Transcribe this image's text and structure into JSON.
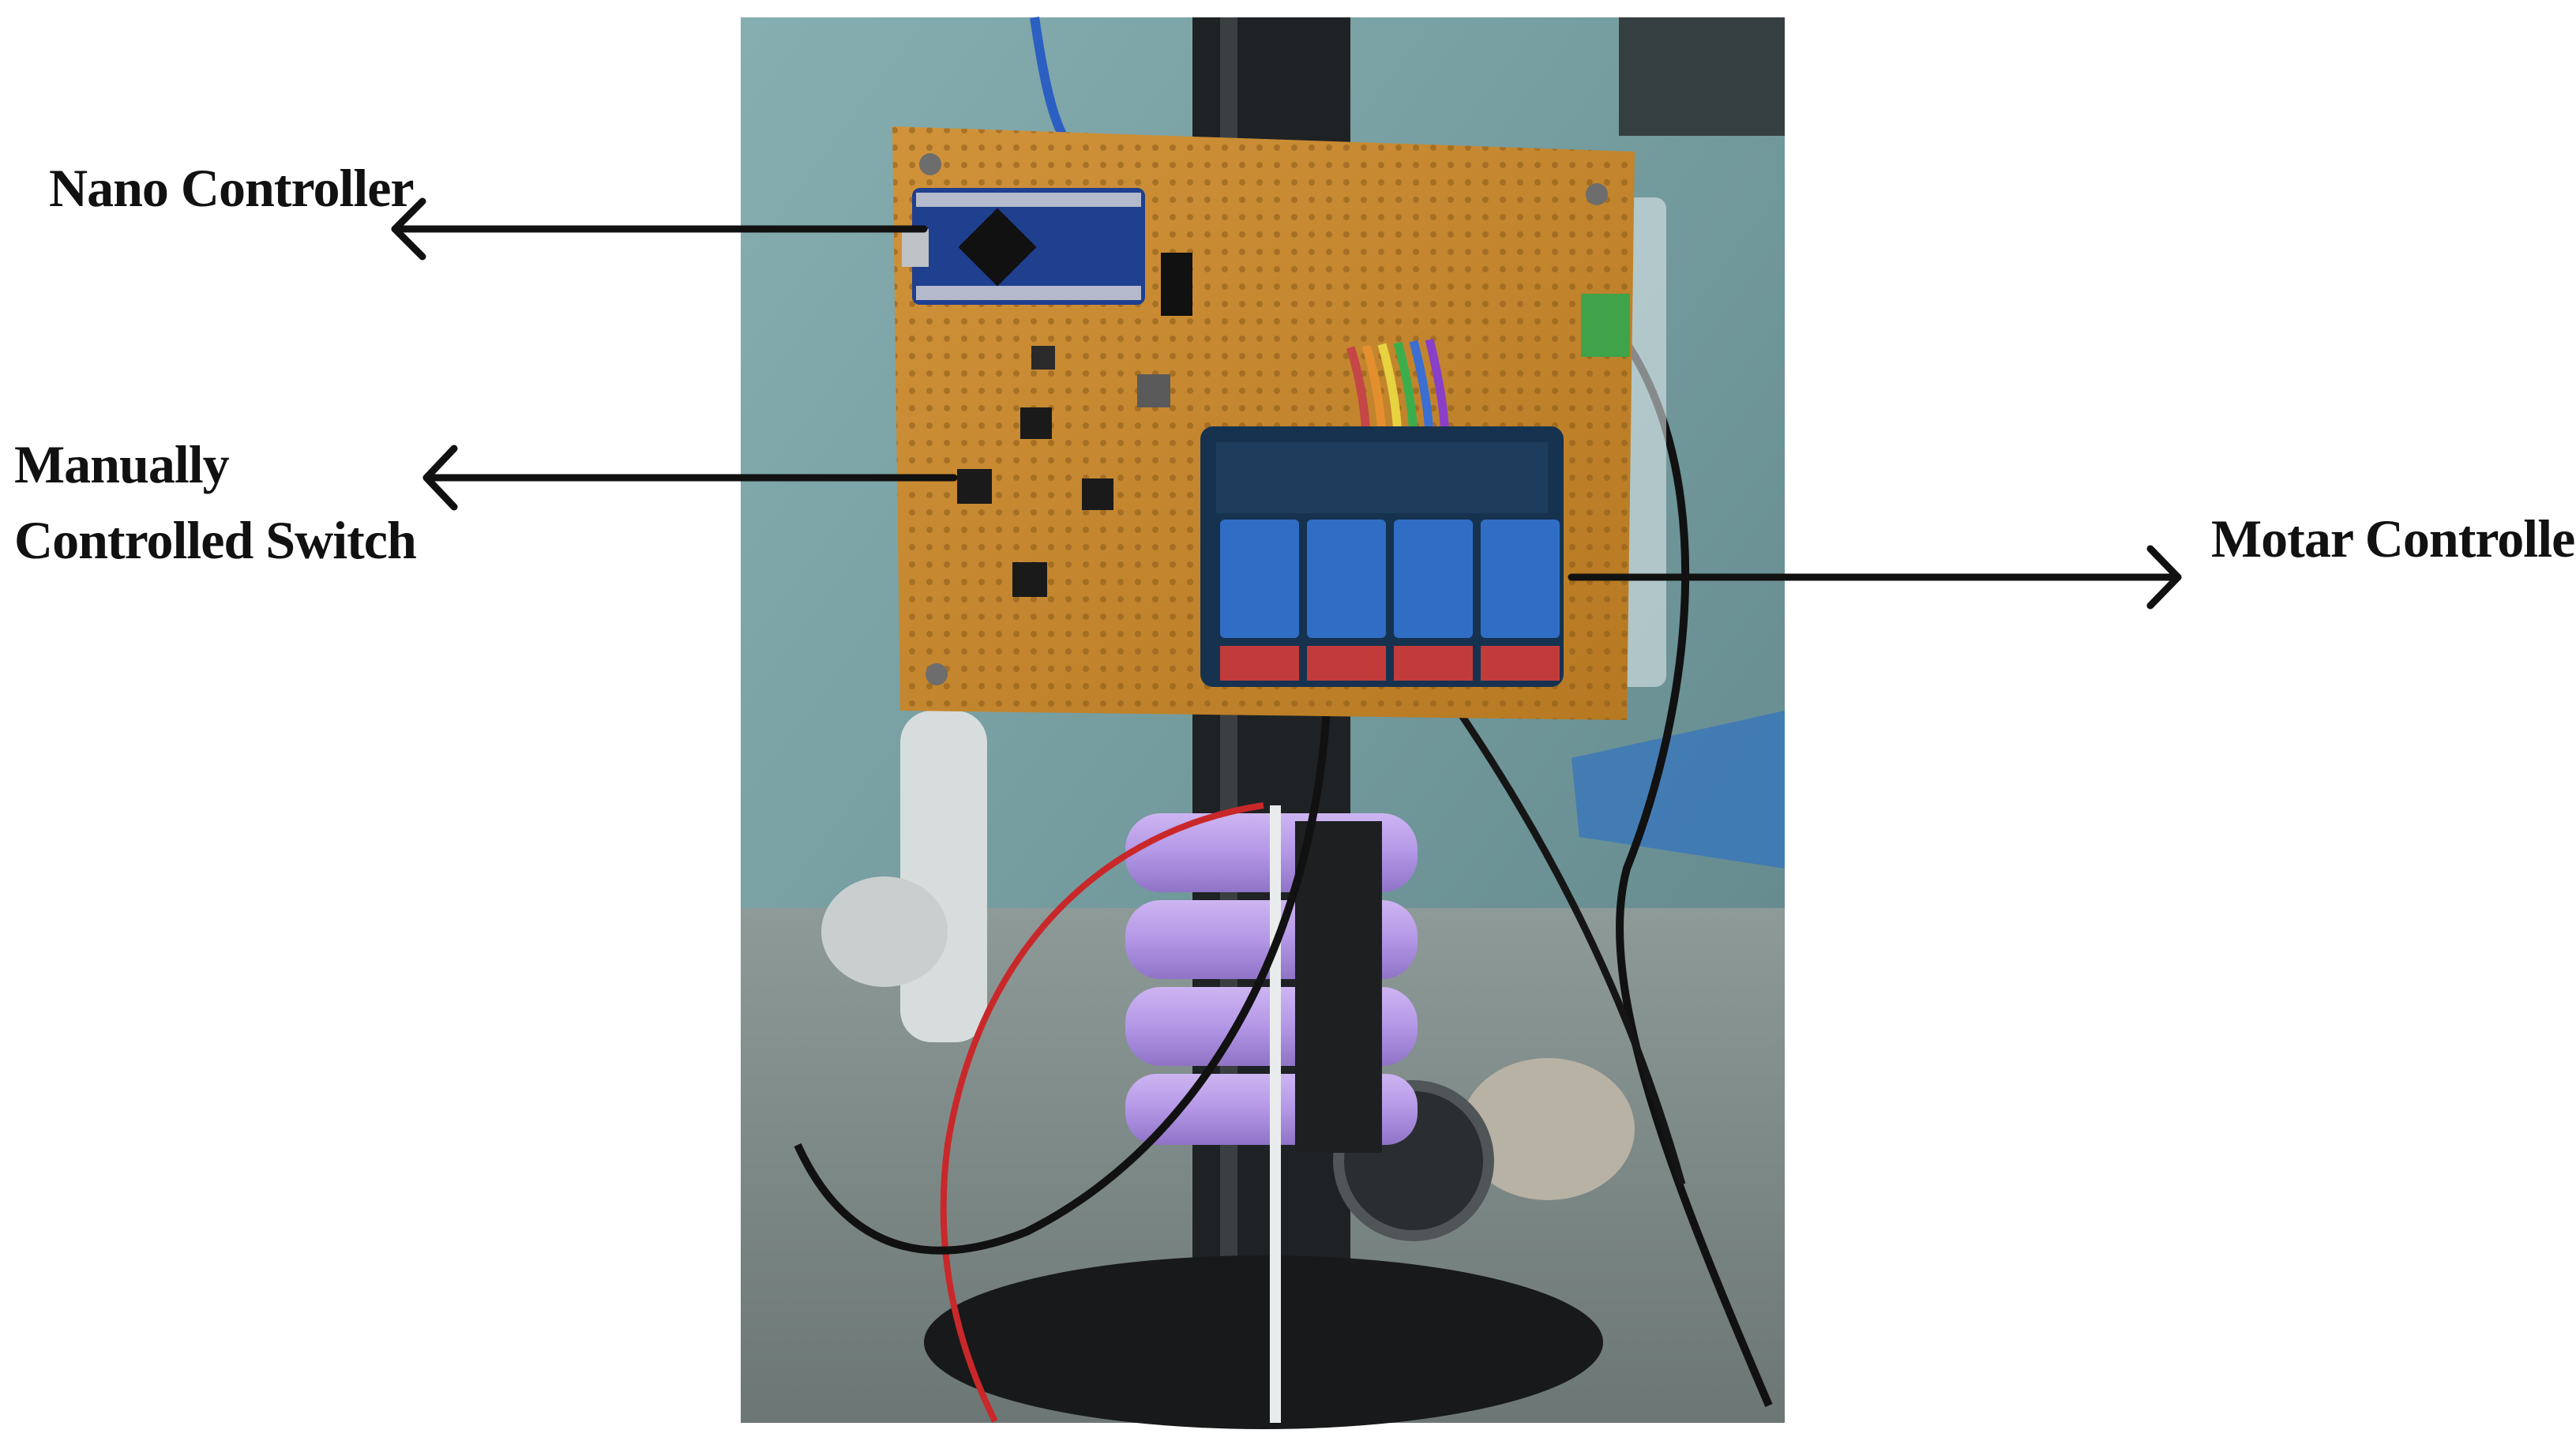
{
  "labels": {
    "nano_controller": "Nano Controller",
    "manual_switch_line1": "Manually",
    "manual_switch_line2": "Controlled Switch",
    "motor_controller": "Motar Controller"
  },
  "colors": {
    "background": "#ffffff",
    "arrow": "#111111",
    "pcb": "#c98a2e",
    "relay": "#2f6ec4",
    "nano_board": "#1f3f8f",
    "battery": "#b59ae6",
    "wall": "#7fa6a8"
  },
  "photo": {
    "subject": "Prototype control board with Arduino Nano, push-button switches and 4-channel relay module mounted on a frame with a battery pack"
  }
}
